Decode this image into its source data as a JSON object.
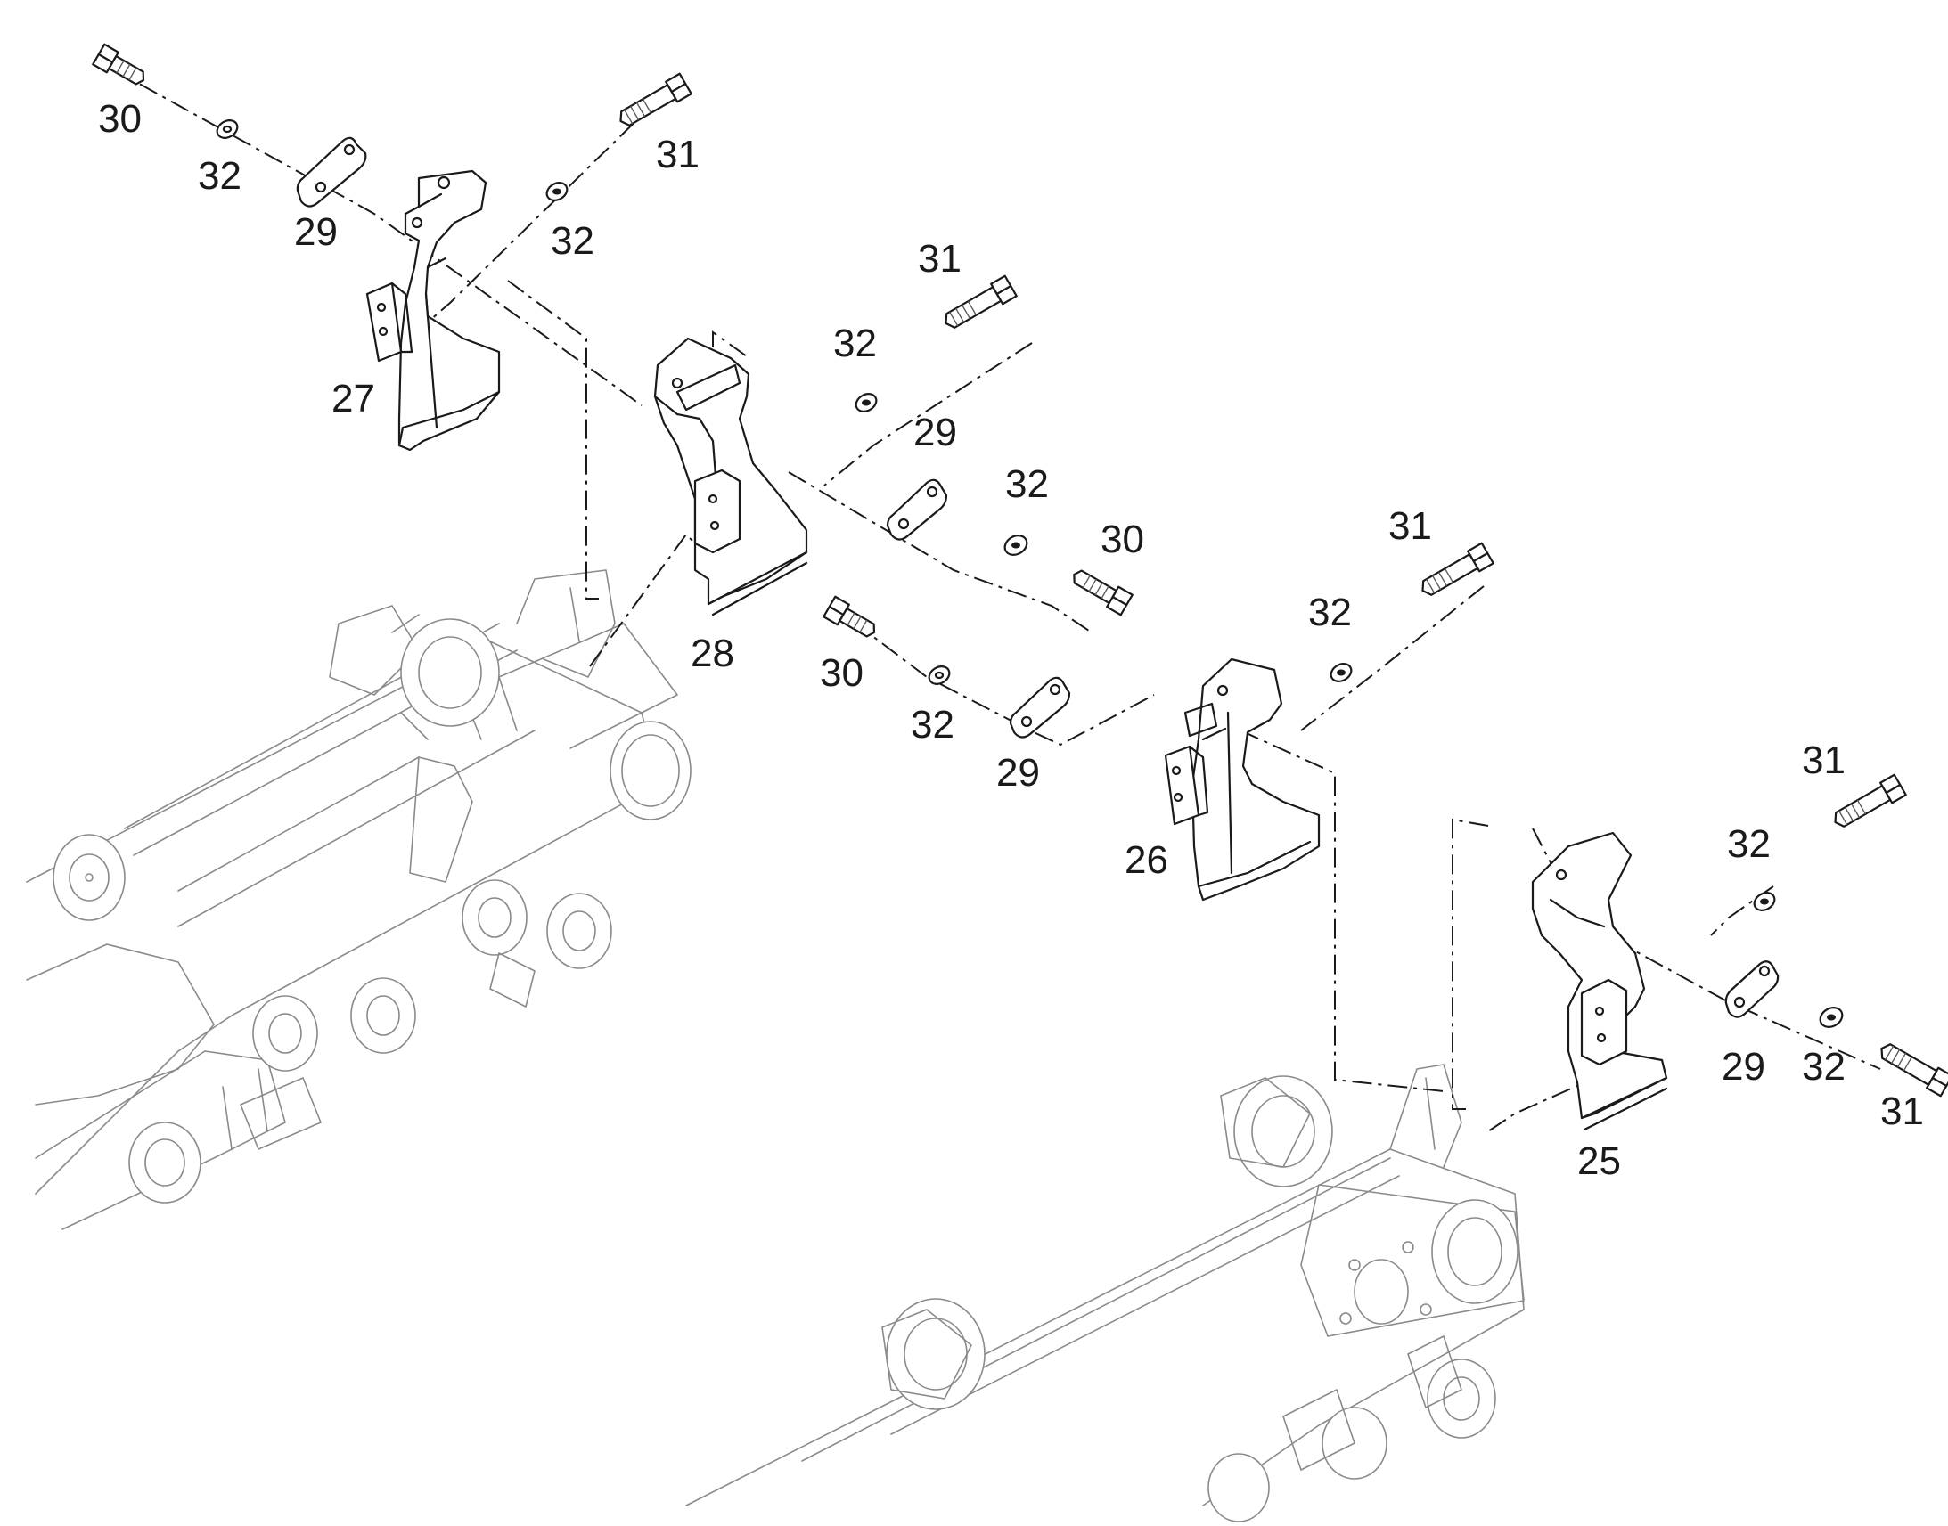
{
  "callouts": {
    "c30a": "30",
    "c32a": "32",
    "c29a": "29",
    "c31a": "31",
    "c32b": "32",
    "c27": "27",
    "c31b": "31",
    "c32c": "32",
    "c29b": "29",
    "c32d": "32",
    "c30b": "30",
    "c28": "28",
    "c30c": "30",
    "c32e": "32",
    "c29c": "29",
    "c31c": "31",
    "c32f": "32",
    "c26": "26",
    "c31d": "31",
    "c32g": "32",
    "c29d": "29",
    "c32h": "32",
    "c31e": "31",
    "c25": "25"
  }
}
